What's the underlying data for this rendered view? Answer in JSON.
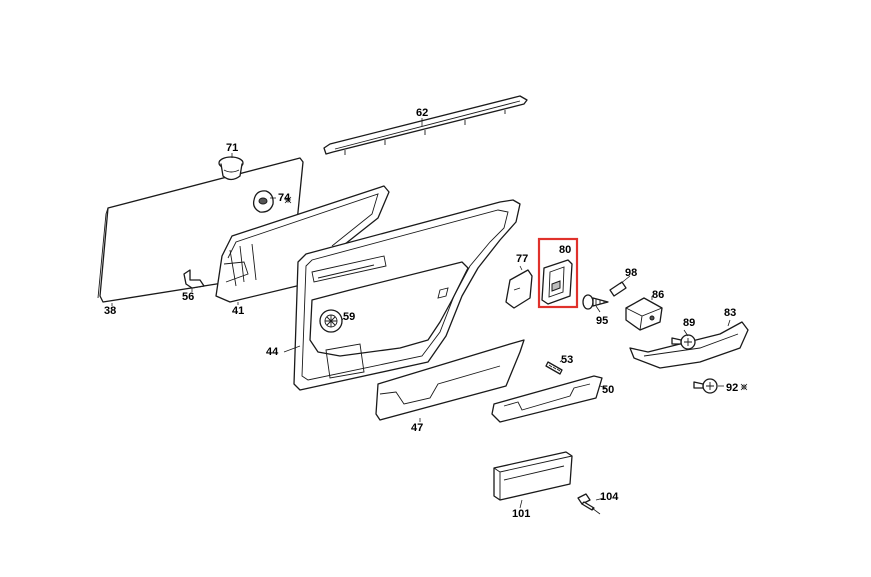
{
  "highlight": {
    "part": "80",
    "color": "#e0312b"
  },
  "parts": [
    {
      "id": "38"
    },
    {
      "id": "41"
    },
    {
      "id": "44"
    },
    {
      "id": "47"
    },
    {
      "id": "50"
    },
    {
      "id": "53"
    },
    {
      "id": "56"
    },
    {
      "id": "59"
    },
    {
      "id": "62"
    },
    {
      "id": "71"
    },
    {
      "id": "74"
    },
    {
      "id": "77"
    },
    {
      "id": "80"
    },
    {
      "id": "83"
    },
    {
      "id": "86"
    },
    {
      "id": "89"
    },
    {
      "id": "92"
    },
    {
      "id": "95"
    },
    {
      "id": "98"
    },
    {
      "id": "101"
    },
    {
      "id": "104"
    }
  ]
}
